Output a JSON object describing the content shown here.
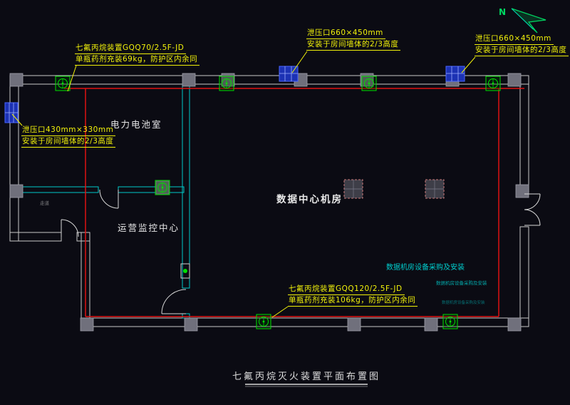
{
  "compass": {
    "label": "N"
  },
  "rooms": {
    "battery": "电力电池室",
    "data_center": "数据中心机房",
    "monitoring": "运营监控中心"
  },
  "callouts": {
    "device_small": {
      "l1": "七氟丙烷装置GQQ70/2.5F-JD",
      "l2": "单瓶药剂充装69kg，防护区内余同"
    },
    "vent_mid": {
      "l1": "泄压口660×450mm",
      "l2": "安装于房间墙体的2/3高度"
    },
    "vent_right": {
      "l1": "泄压口660×450mm",
      "l2": "安装于房间墙体的2/3高度"
    },
    "vent_left": {
      "l1": "泄压口430mm×330mm",
      "l2": "安装于房间墙体的2/3高度"
    },
    "device_large": {
      "l1": "七氟丙烷装置GQQ120/2.5F-JD",
      "l2": "单瓶药剂充装106kg，防护区内余同"
    }
  },
  "notes": {
    "scope": "数据机房设备采购及安装",
    "scope_small": "数据机房设备采购及安装",
    "scope_tiny": "数据机房设备采购及安装",
    "corridor": "走道"
  },
  "titleblock": {
    "title": "七氟丙烷灭火装置平面布置图"
  },
  "legend_colors": {
    "pipe": "#e01212",
    "wall": "#c8c8c8",
    "partition": "#00c8c8",
    "annotation": "#f2f20a",
    "device": "#00e000",
    "vent_fill": "#1c32b4",
    "room_text": "#e8e8e8",
    "note_text": "#00cfcf",
    "background": "#0b0b13"
  }
}
